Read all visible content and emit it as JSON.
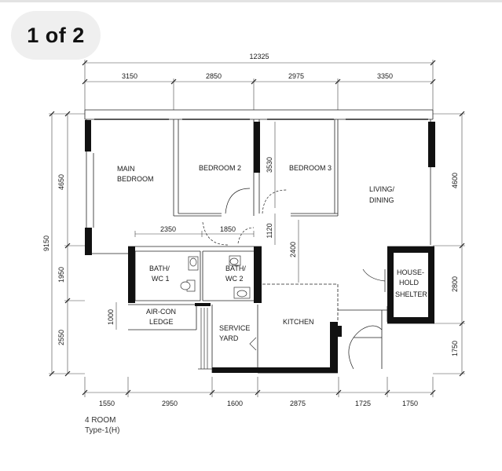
{
  "page_counter": "1 of 2",
  "dimensions": {
    "overall_width": "12325",
    "top": [
      "3150",
      "2850",
      "2975",
      "3350"
    ],
    "bottom": [
      "1550",
      "2950",
      "1600",
      "2875",
      "1725",
      "1750"
    ],
    "left_overall": "9150",
    "left": [
      "4650",
      "1950",
      "2550"
    ],
    "right": [
      "4600",
      "2800",
      "1750"
    ],
    "inner": {
      "bath_wc1_width": "2350",
      "bath_wc2_width": "1850",
      "bedroom2_3_wall": "3530",
      "corridor_1120": "1120",
      "kitchen_2400": "2400",
      "aircon_ledge": "1000"
    }
  },
  "rooms": {
    "main_bedroom": [
      "MAIN",
      "BEDROOM"
    ],
    "bedroom2": "BEDROOM 2",
    "bedroom3": "BEDROOM 3",
    "living_dining": [
      "LIVING/",
      "DINING"
    ],
    "bath_wc1": [
      "BATH/",
      "WC 1"
    ],
    "bath_wc2": [
      "BATH/",
      "WC 2"
    ],
    "household_shelter": [
      "HOUSE-",
      "HOLD",
      "SHELTER"
    ],
    "aircon_ledge": [
      "AIR-CON",
      "LEDGE"
    ],
    "service_yard": [
      "SERVICE",
      "YARD"
    ],
    "kitchen": "KITCHEN"
  },
  "unit_info": {
    "flat_type": "4 ROOM",
    "layout_type": "Type-1(H)"
  }
}
